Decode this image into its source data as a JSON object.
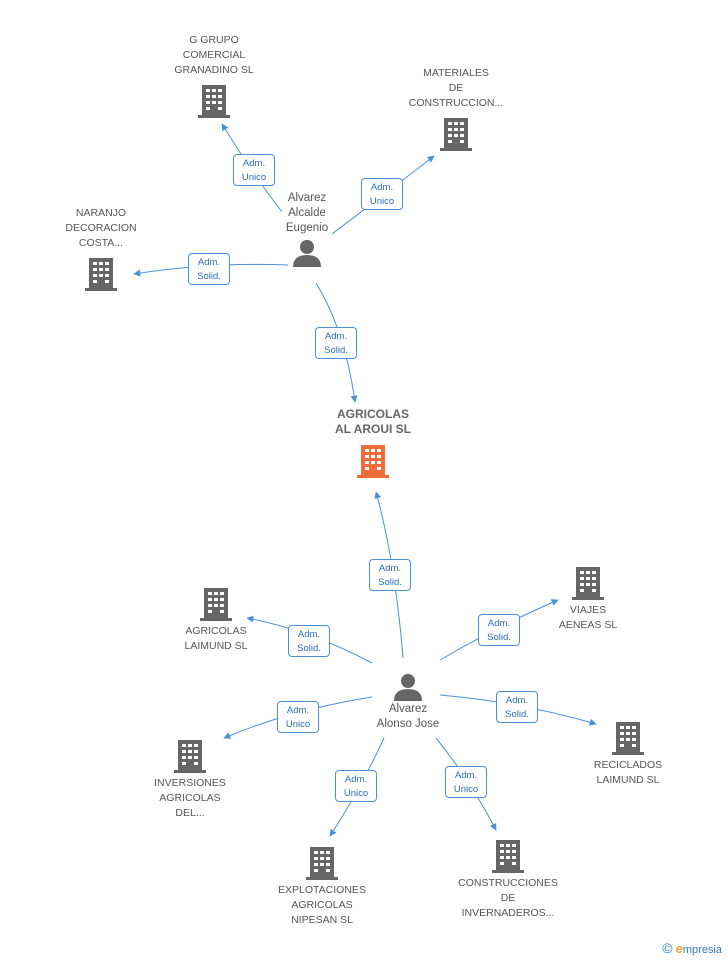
{
  "diagram": {
    "center": {
      "label": "AGRICOLAS\nAL AROUI SL",
      "color": "#f26b3a"
    },
    "persons": [
      {
        "id": "eugenio",
        "label": "Alvarez\nAlcalde\nEugenio"
      },
      {
        "id": "jose",
        "label": "Alvarez\nAlonso Jose"
      }
    ],
    "companies": [
      {
        "id": "ggrupo",
        "label": "G GRUPO\nCOMERCIAL\nGRANADINO  SL"
      },
      {
        "id": "materiales",
        "label": "MATERIALES\nDE\nCONSTRUCCION..."
      },
      {
        "id": "naranjo",
        "label": "NARANJO\nDECORACION\nCOSTA..."
      },
      {
        "id": "laimund",
        "label": "AGRICOLAS\nLAIMUND SL"
      },
      {
        "id": "viajes",
        "label": "VIAJES\nAENEAS SL"
      },
      {
        "id": "inversiones",
        "label": "INVERSIONES\nAGRICOLAS\nDEL..."
      },
      {
        "id": "reciclados",
        "label": "RECICLADOS\nLAIMUND SL"
      },
      {
        "id": "explotaciones",
        "label": "EXPLOTACIONES\nAGRICOLAS\nNIPESAN SL"
      },
      {
        "id": "construcciones",
        "label": "CONSTRUCCIONES\nDE\nINVERNADEROS..."
      }
    ],
    "edges": [
      {
        "id": "e1",
        "label": "Adm.\nUnico"
      },
      {
        "id": "e2",
        "label": "Adm.\nUnico"
      },
      {
        "id": "e3",
        "label": "Adm.\nSolid."
      },
      {
        "id": "e4",
        "label": "Adm.\nSolid."
      },
      {
        "id": "e5",
        "label": "Adm.\nSolid."
      },
      {
        "id": "e6",
        "label": "Adm.\nSolid."
      },
      {
        "id": "e7",
        "label": "Adm.\nSolid."
      },
      {
        "id": "e8",
        "label": "Adm.\nUnico"
      },
      {
        "id": "e9",
        "label": "Adm.\nSolid."
      },
      {
        "id": "e10",
        "label": "Adm.\nUnico"
      },
      {
        "id": "e11",
        "label": "Adm.\nUnico"
      }
    ],
    "colors": {
      "edge": "#4a90d9",
      "building": "#666666",
      "person": "#666666"
    }
  },
  "footer": {
    "copyright_symbol": "©",
    "brand_initial": "e",
    "brand_rest": "mpresia"
  }
}
